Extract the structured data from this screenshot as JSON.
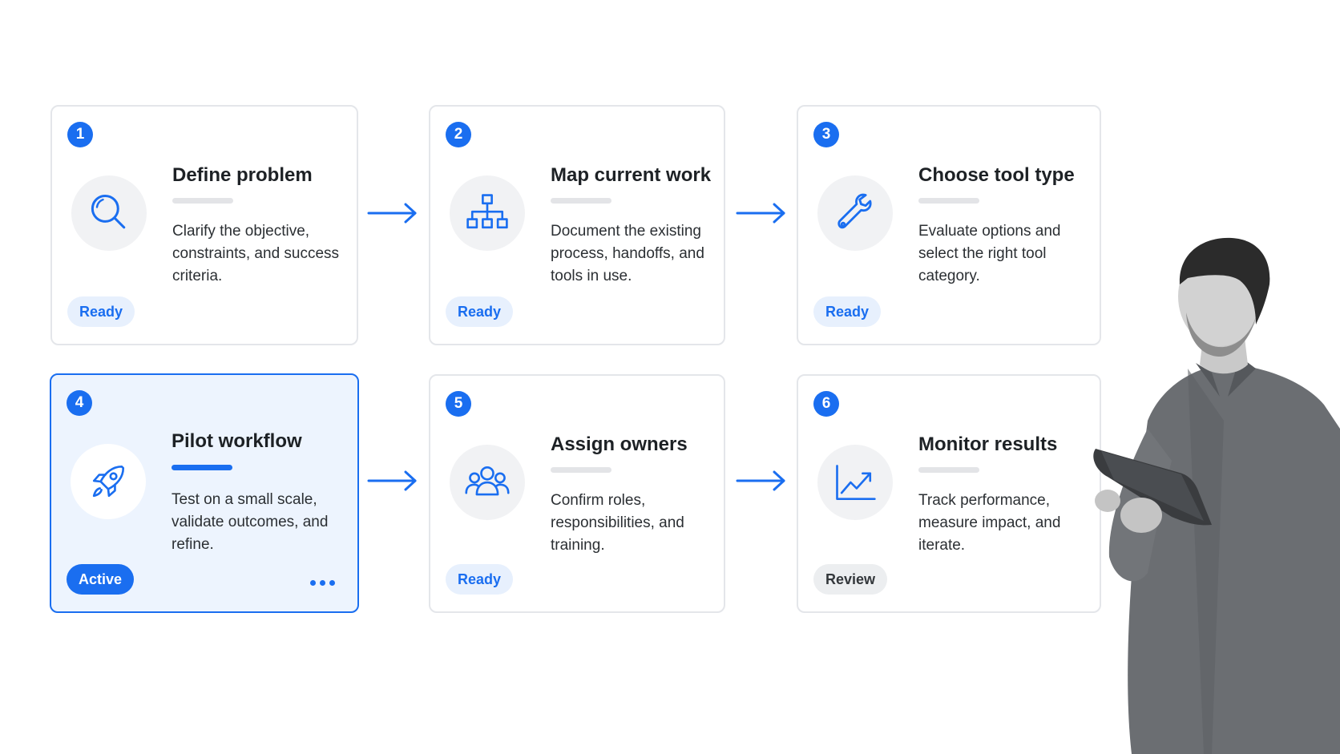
{
  "steps": [
    {
      "number": "1",
      "title": "Define problem",
      "description": "Clarify the objective, constraints, and success criteria.",
      "status": "Ready",
      "icon": "search-icon"
    },
    {
      "number": "2",
      "title": "Map current work",
      "description": "Document the existing process, handoffs, and tools in use.",
      "status": "Ready",
      "icon": "hierarchy-icon"
    },
    {
      "number": "3",
      "title": "Choose tool type",
      "description": "Evaluate options and select the right tool category.",
      "status": "Ready",
      "icon": "wrench-icon"
    },
    {
      "number": "4",
      "title": "Pilot workflow",
      "description": "Test on a small scale, validate outcomes, and refine.",
      "status": "Active",
      "icon": "rocket-icon"
    },
    {
      "number": "5",
      "title": "Assign owners",
      "description": "Confirm roles, responsibilities, and training.",
      "status": "Ready",
      "icon": "team-icon"
    },
    {
      "number": "6",
      "title": "Monitor results",
      "description": "Track performance, measure impact, and iterate.",
      "status": "Review",
      "icon": "trend-chart-icon"
    }
  ],
  "active_step": "4",
  "colors": {
    "accent": "#1a6ef0",
    "ready_badge_bg": "#e7f0fd",
    "review_badge_bg": "#eceef0",
    "active_card_bg": "#edf4fe",
    "card_border": "#e4e6ea"
  }
}
